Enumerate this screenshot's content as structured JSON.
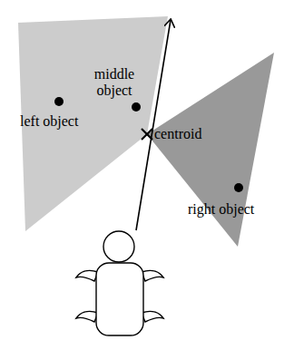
{
  "diagram": {
    "labels": [
      "middle object",
      "left object",
      "centroid",
      "right object"
    ]
  }
}
